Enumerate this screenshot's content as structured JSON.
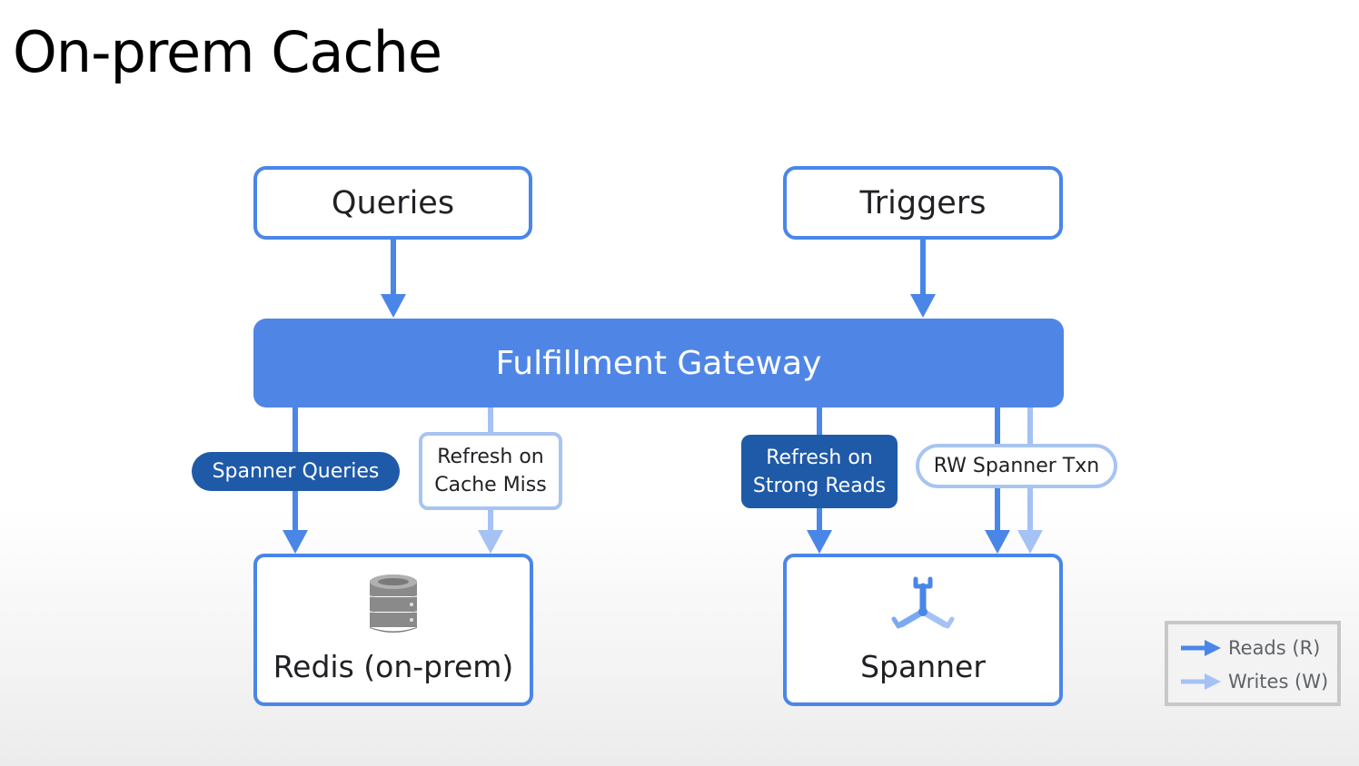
{
  "title": "On-prem Cache",
  "sources": {
    "queries": "Queries",
    "triggers": "Triggers"
  },
  "gateway": "Fulfillment Gateway",
  "edge_labels": {
    "spanner_queries": "Spanner Queries",
    "refresh_cache_miss_line1": "Refresh on",
    "refresh_cache_miss_line2": "Cache Miss",
    "refresh_strong_reads_line1": "Refresh on",
    "refresh_strong_reads_line2": "Strong Reads",
    "rw_spanner_txn": "RW Spanner Txn"
  },
  "targets": {
    "redis": {
      "label": "Redis (on-prem)",
      "icon": "database-stack-icon"
    },
    "spanner": {
      "label": "Spanner",
      "icon": "spanner-icon"
    }
  },
  "legend": {
    "reads": "Reads (R)",
    "writes": "Writes (W)"
  },
  "colors": {
    "read": "#4a86e8",
    "write": "#a4c2f4",
    "gateway": "#4f86e6",
    "dark_label": "#1f5aa8"
  }
}
